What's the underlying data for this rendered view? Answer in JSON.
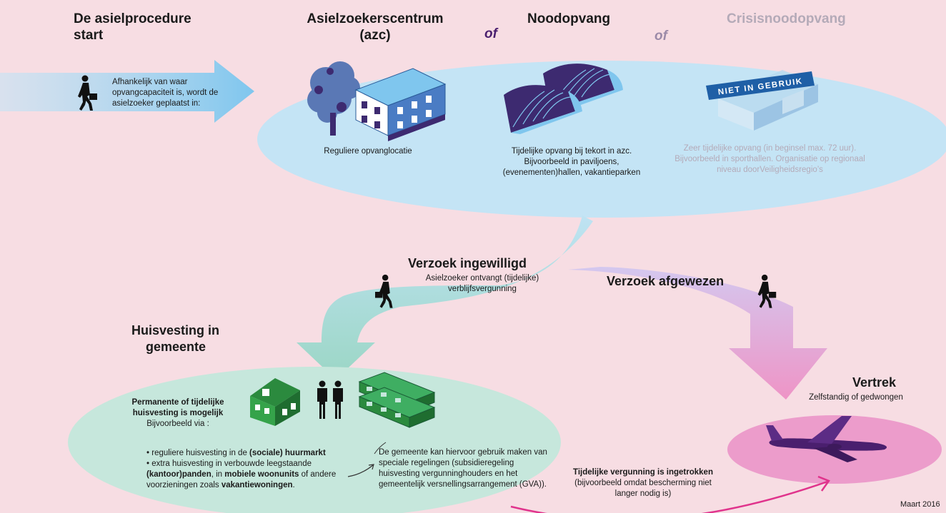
{
  "header": {
    "start_title": "De asielprocedure start",
    "azc_title_line1": "Asielzoekerscentrum",
    "azc_title_line2": "(azc)",
    "of1": "of",
    "noodopvang_title": "Noodopvang",
    "of2": "of",
    "crisis_title": "Crisisnoodopvang"
  },
  "arrow_intro": {
    "text": "Afhankelijk van waar opvangcapaciteit is, wordt de asielzoeker  geplaatst in:"
  },
  "azc": {
    "caption": "Reguliere opvanglocatie"
  },
  "noodopvang": {
    "caption": "Tijdelijke opvang bij tekort in azc. Bijvoorbeeld in paviljoens, (evenementen)hallen, vakantieparken"
  },
  "crisis": {
    "banner": "NIET IN GEBRUIK",
    "caption": "Zeer tijdelijke opvang (in beginsel max. 72 uur). Bijvoorbeeld in sporthallen. Organisatie op regionaal niveau doorVeiligheidsregio’s"
  },
  "ingewilligd": {
    "title": "Verzoek ingewilligd",
    "subtitle": "Asielzoeker ontvangt (tijdelijke) verblijfsvergunning"
  },
  "afgewezen": {
    "title": "Verzoek afgewezen"
  },
  "huisvesting": {
    "title_line1": "Huisvesting in",
    "title_line2": "gemeente",
    "perm_bold": "Permanente of tijdelijke huisvesting is mogelijk",
    "perm_sub": "Bijvoorbeeld via :",
    "bullet1_pre": "reguliere huisvesting in de ",
    "bullet1_bold": "(sociale) huurmarkt",
    "bullet2_pre": "extra huisvesting in verbouwde leegstaande ",
    "bullet2_bold1": "(kantoor)panden",
    "bullet2_mid": ", in ",
    "bullet2_bold2": "mobiele woonunits",
    "bullet2_post": " of andere voorzieningen zoals ",
    "bullet2_bold3": "vakantiewoningen",
    "bullet2_end": ".",
    "gemeente_text": "De gemeente kan hiervoor gebruik maken van speciale regelingen (subsidieregeling huisvesting vergunninghouders en het gemeentelijk versnellingsarrangement (GVA))."
  },
  "vertrek": {
    "title": "Vertrek",
    "subtitle": "Zelfstandig of gedwongen"
  },
  "ingetrokken": {
    "bold": "Tijdelijke vergunning is ingetrokken",
    "rest": " (bijvoorbeeld omdat bescherming niet langer nodig is)"
  },
  "footer": {
    "date": "Maart 2016"
  },
  "colors": {
    "background": "#f7dde3",
    "blue_ellipse": "#c4e4f5",
    "green_ellipse": "#c6e7dc",
    "pink_ellipse": "#ec9ccb",
    "purple": "#4a1f6e",
    "magenta": "#e0338c"
  }
}
